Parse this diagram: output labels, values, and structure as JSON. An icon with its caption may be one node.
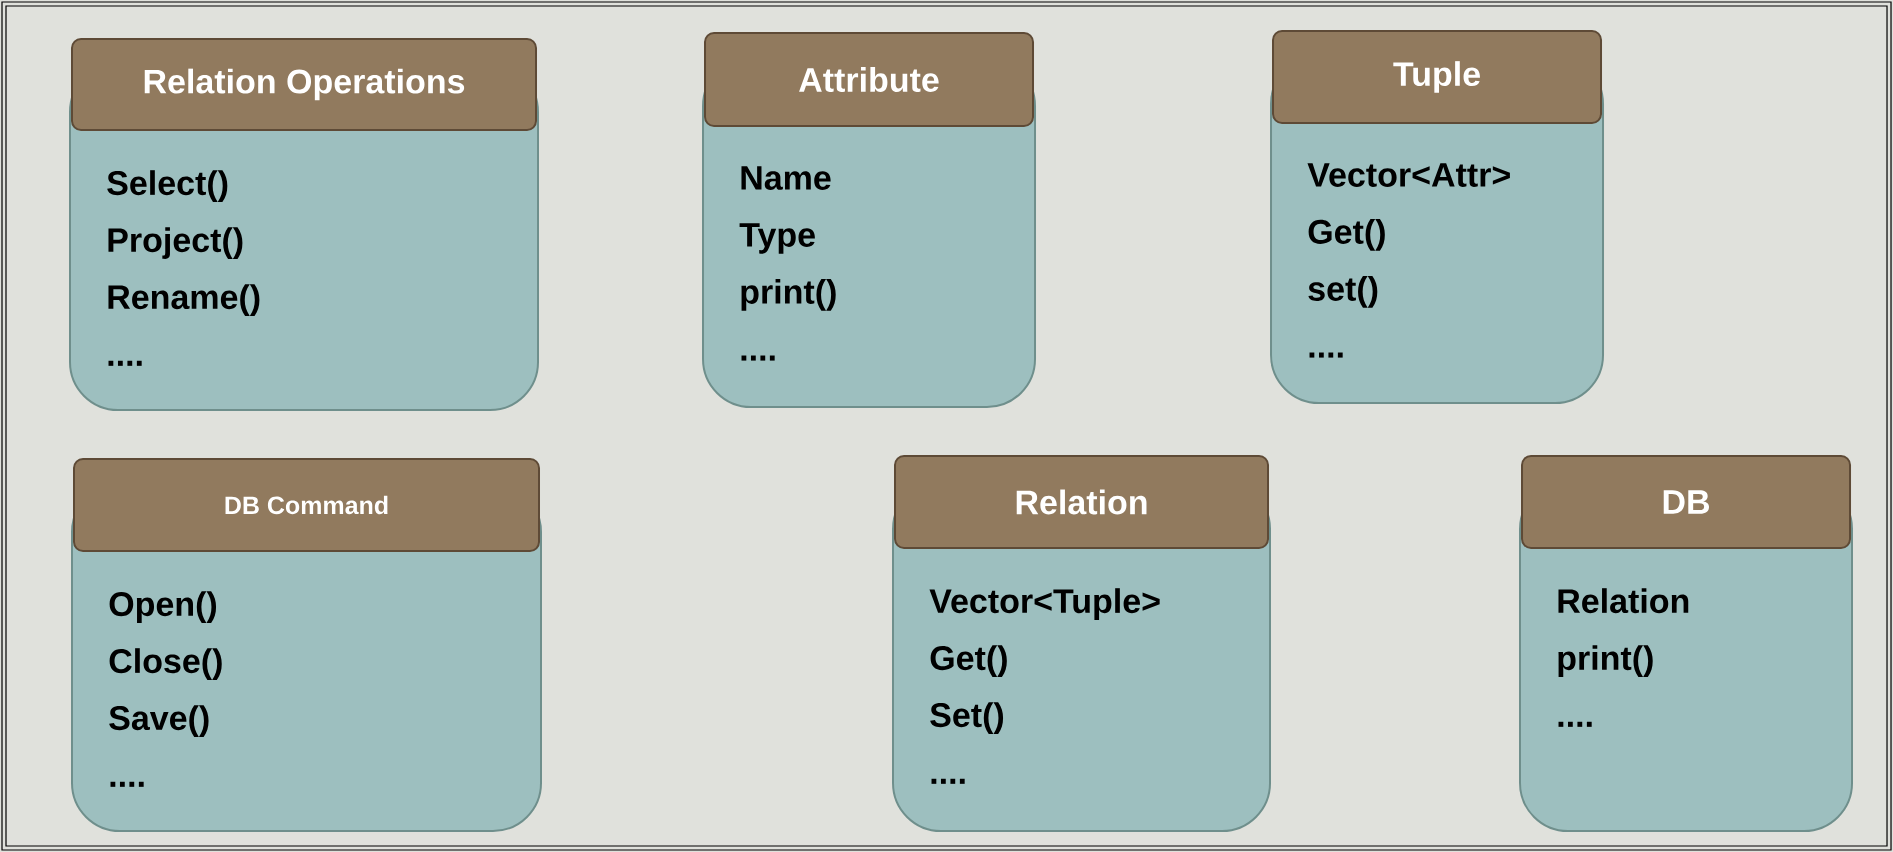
{
  "diagram": {
    "nodes": [
      {
        "text": [
          "Relation Operations",
          "Select()",
          "Project()",
          "Rename()",
          "...."
        ]
      },
      {
        "text": [
          "Attribute",
          "Name",
          "Type",
          "print()",
          "...."
        ]
      },
      {
        "text": [
          "Tuple",
          "Vector<Attr>",
          "Get()",
          "set()",
          "...."
        ]
      },
      {
        "text": [
          "DB Command",
          "Open()",
          "Close()",
          "Save()",
          "...."
        ]
      },
      {
        "text": [
          "Relation",
          "Vector<Tuple>",
          "Get()",
          "Set()",
          "...."
        ]
      },
      {
        "text": [
          "DB",
          "Relation",
          "print()",
          "...."
        ]
      }
    ]
  }
}
